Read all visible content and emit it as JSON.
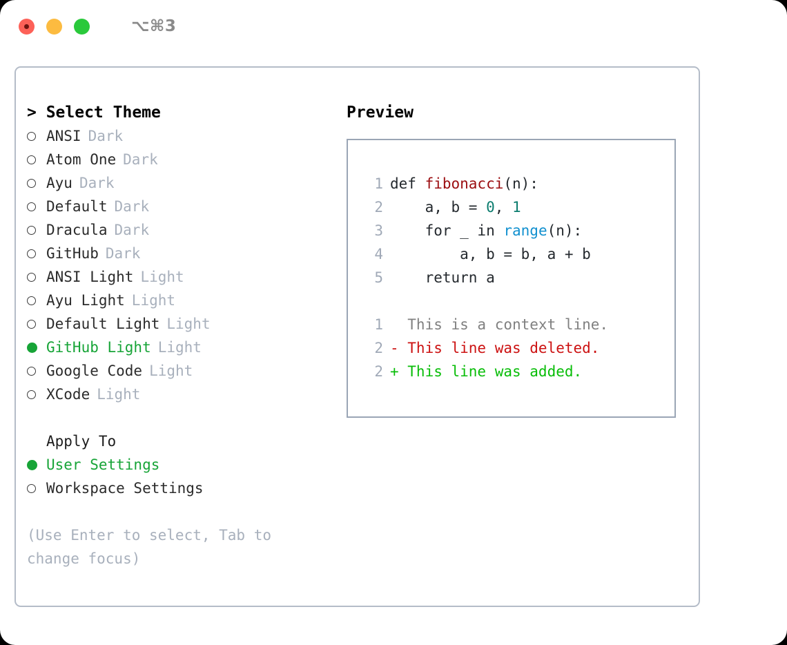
{
  "titlebar": {
    "shortcut": "⌥⌘3",
    "buttons": {
      "close": "close-button",
      "minimize": "minimize-button",
      "zoom": "zoom-button"
    }
  },
  "theme_picker": {
    "heading": "> Select Theme",
    "items": [
      {
        "name": "ANSI",
        "tag": "Dark",
        "selected": false
      },
      {
        "name": "Atom One",
        "tag": "Dark",
        "selected": false
      },
      {
        "name": "Ayu",
        "tag": "Dark",
        "selected": false
      },
      {
        "name": "Default",
        "tag": "Dark",
        "selected": false
      },
      {
        "name": "Dracula",
        "tag": "Dark",
        "selected": false
      },
      {
        "name": "GitHub",
        "tag": "Dark",
        "selected": false
      },
      {
        "name": "ANSI Light",
        "tag": "Light",
        "selected": false
      },
      {
        "name": "Ayu Light",
        "tag": "Light",
        "selected": false
      },
      {
        "name": "Default Light",
        "tag": "Light",
        "selected": false
      },
      {
        "name": "GitHub Light",
        "tag": "Light",
        "selected": true
      },
      {
        "name": "Google Code",
        "tag": "Light",
        "selected": false
      },
      {
        "name": "XCode",
        "tag": "Light",
        "selected": false
      }
    ]
  },
  "apply_to": {
    "heading": "Apply To",
    "items": [
      {
        "name": "User Settings",
        "selected": true
      },
      {
        "name": "Workspace Settings",
        "selected": false
      }
    ]
  },
  "hint": "(Use Enter to select, Tab to change focus)",
  "preview": {
    "title": "Preview",
    "code_lines": [
      {
        "num": "1",
        "tokens": [
          {
            "t": "def ",
            "c": "plain"
          },
          {
            "t": "fibonacci",
            "c": "func"
          },
          {
            "t": "(n):",
            "c": "plain"
          }
        ]
      },
      {
        "num": "2",
        "tokens": [
          {
            "t": "    a, b = ",
            "c": "plain"
          },
          {
            "t": "0",
            "c": "num"
          },
          {
            "t": ", ",
            "c": "plain"
          },
          {
            "t": "1",
            "c": "num"
          }
        ]
      },
      {
        "num": "3",
        "tokens": [
          {
            "t": "    for _ in ",
            "c": "plain"
          },
          {
            "t": "range",
            "c": "builtin"
          },
          {
            "t": "(n):",
            "c": "plain"
          }
        ]
      },
      {
        "num": "4",
        "tokens": [
          {
            "t": "        a, b = b, a + b",
            "c": "plain"
          }
        ]
      },
      {
        "num": "5",
        "tokens": [
          {
            "t": "    return a",
            "c": "plain"
          }
        ]
      }
    ],
    "diff_lines": [
      {
        "num": "1",
        "tokens": [
          {
            "t": "  This is a context line.",
            "c": "ctx"
          }
        ]
      },
      {
        "num": "2",
        "tokens": [
          {
            "t": "- This line was deleted.",
            "c": "del"
          }
        ]
      },
      {
        "num": "2",
        "tokens": [
          {
            "t": "+ This line was added.",
            "c": "add"
          }
        ]
      }
    ]
  },
  "colors": {
    "accent_green": "#17a437",
    "tag_gray": "#a8b0bc",
    "panel_border": "#b4bcc8",
    "preview_border": "#9aa5b5",
    "func_red": "#9b0d10",
    "num_teal": "#0b7c6e",
    "builtin_blue": "#1190cf",
    "diff_del": "#cc1111",
    "diff_add": "#08bd08",
    "diff_ctx": "#808080"
  }
}
